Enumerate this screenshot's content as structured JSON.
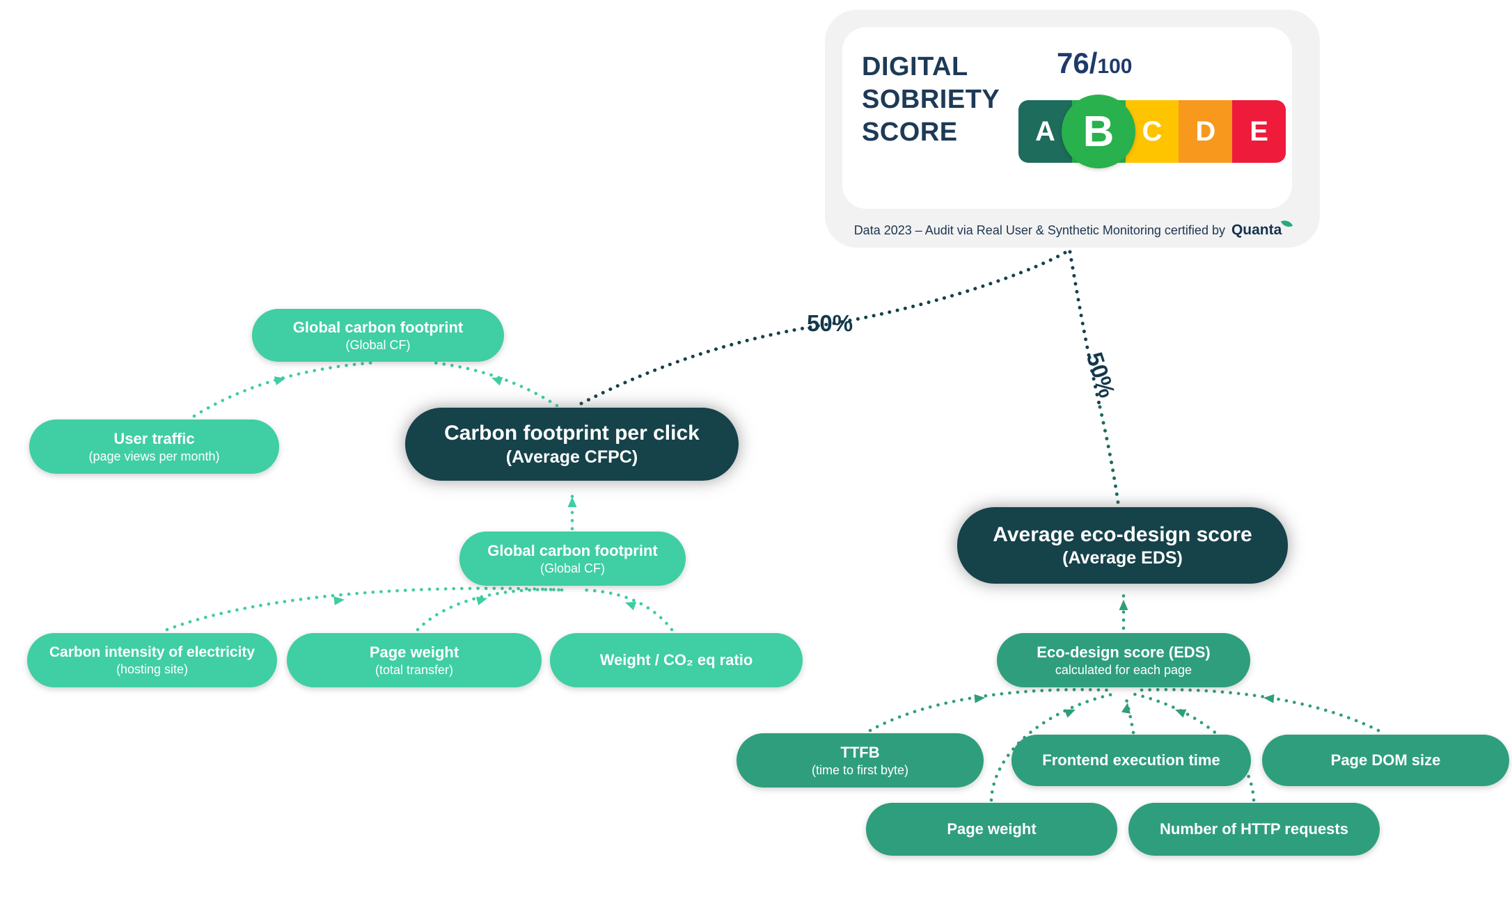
{
  "colors": {
    "mint": "#40CEA4",
    "green": "#2F9E7D",
    "dark_teal": "#16424A",
    "connector_dark": "#14414A",
    "rating_a": "#1E6C5B",
    "rating_b": "#28B14C",
    "rating_c": "#FEC400",
    "rating_d": "#F8981D",
    "rating_e": "#EE1B3B",
    "score_navy": "#1F3A6B"
  },
  "score_card": {
    "title": "DIGITAL SOBRIETY SCORE",
    "score_value": "76",
    "score_divider": "/",
    "score_max": "100",
    "rating": {
      "letters": [
        "A",
        "B",
        "C",
        "D",
        "E"
      ],
      "selected": "B"
    },
    "caption": "Data 2023 – Audit via Real User & Synthetic Monitoring certified by",
    "brand": "Quanta"
  },
  "labels": {
    "left_branch_weight": "50%",
    "right_branch_weight": "50%"
  },
  "nodes": {
    "global_cf_top": {
      "title": "Global carbon footprint",
      "subtitle": "(Global CF)"
    },
    "user_traffic": {
      "title": "User traffic",
      "subtitle": "(page views per month)"
    },
    "cfpc": {
      "title": "Carbon footprint per click",
      "subtitle": "(Average CFPC)"
    },
    "global_cf_mid": {
      "title": "Global carbon footprint",
      "subtitle": "(Global CF)"
    },
    "carbon_intensity": {
      "title": "Carbon intensity of electricity",
      "subtitle": "(hosting site)"
    },
    "page_weight_left": {
      "title": "Page weight",
      "subtitle": "(total transfer)"
    },
    "weight_co2": {
      "title": "Weight / CO₂ eq ratio"
    },
    "avg_eds": {
      "title": "Average eco-design score",
      "subtitle": "(Average EDS)"
    },
    "eds": {
      "title": "Eco-design score (EDS)",
      "subtitle": "calculated for each page"
    },
    "ttfb": {
      "title": "TTFB",
      "subtitle": "(time to first byte)"
    },
    "frontend": {
      "title": "Frontend execution time"
    },
    "dom": {
      "title": "Page DOM size"
    },
    "page_weight_right": {
      "title": "Page weight"
    },
    "http": {
      "title": "Number of HTTP requests"
    }
  }
}
